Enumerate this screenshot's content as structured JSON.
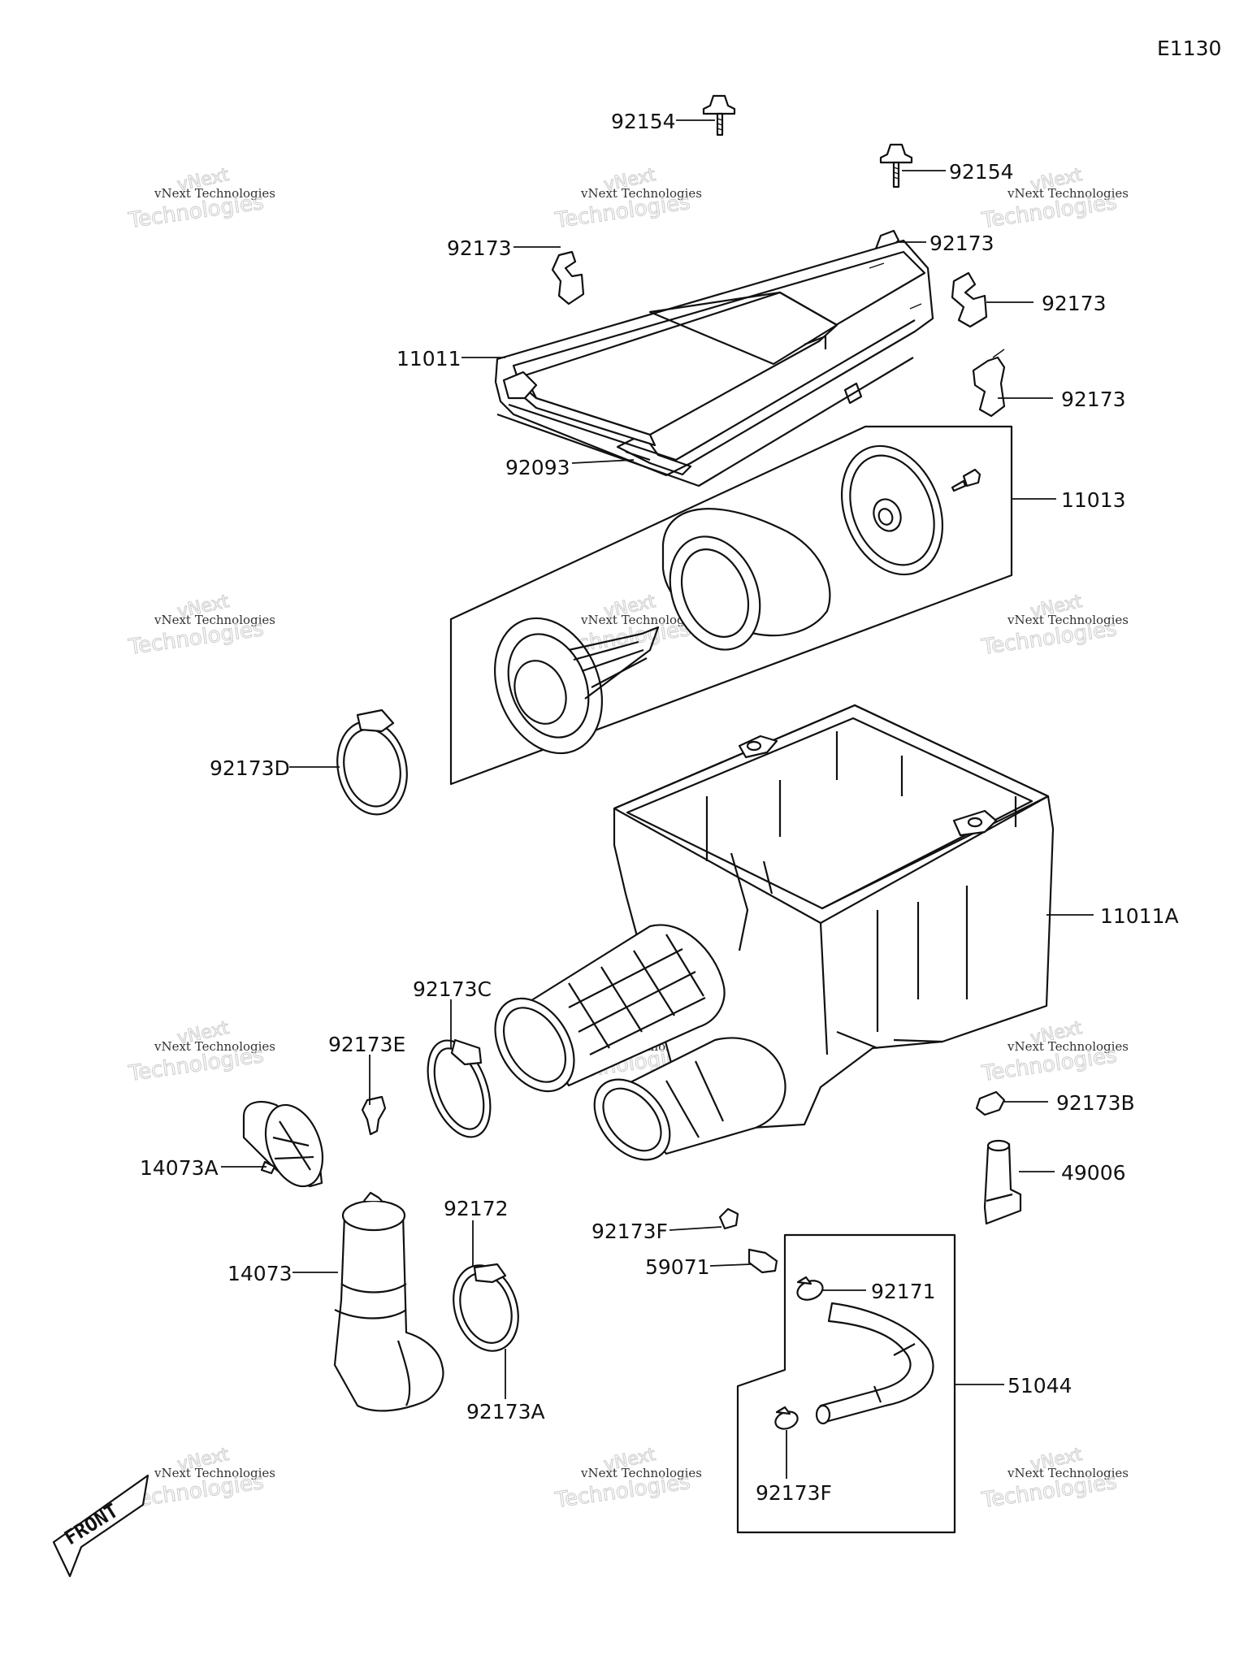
{
  "diagram_code": "E1130",
  "watermark": {
    "line1": "vNext",
    "line2": "vNext Technologies",
    "line3": "Technologies"
  },
  "front_label": "FRONT",
  "callouts": [
    {
      "id": "92154-top",
      "label": "92154"
    },
    {
      "id": "92154-right",
      "label": "92154"
    },
    {
      "id": "92173-a",
      "label": "92173"
    },
    {
      "id": "92173-b",
      "label": "92173"
    },
    {
      "id": "92173-c",
      "label": "92173"
    },
    {
      "id": "92173-d",
      "label": "92173"
    },
    {
      "id": "11011",
      "label": "11011"
    },
    {
      "id": "92093",
      "label": "92093"
    },
    {
      "id": "11013",
      "label": "11013"
    },
    {
      "id": "92173D",
      "label": "92173D"
    },
    {
      "id": "11011A",
      "label": "11011A"
    },
    {
      "id": "92173C",
      "label": "92173C"
    },
    {
      "id": "92173E",
      "label": "92173E"
    },
    {
      "id": "92173B",
      "label": "92173B"
    },
    {
      "id": "14073A",
      "label": "14073A"
    },
    {
      "id": "49006",
      "label": "49006"
    },
    {
      "id": "92172",
      "label": "92172"
    },
    {
      "id": "92173F-top",
      "label": "92173F"
    },
    {
      "id": "14073",
      "label": "14073"
    },
    {
      "id": "59071",
      "label": "59071"
    },
    {
      "id": "92171",
      "label": "92171"
    },
    {
      "id": "51044",
      "label": "51044"
    },
    {
      "id": "92173A",
      "label": "92173A"
    },
    {
      "id": "92173F-bottom",
      "label": "92173F"
    }
  ]
}
